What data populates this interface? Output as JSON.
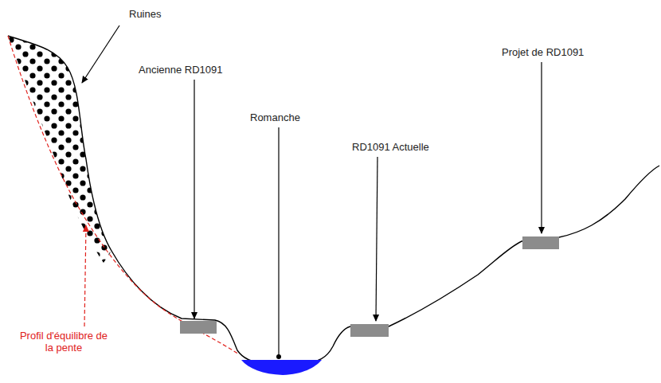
{
  "diagram": {
    "labels": [
      "Ruines",
      "Ancienne RD1091",
      "Romanche",
      "RD1091 Actuelle",
      "Projet de RD1091",
      "Profil d'équilibre de la pente"
    ]
  }
}
